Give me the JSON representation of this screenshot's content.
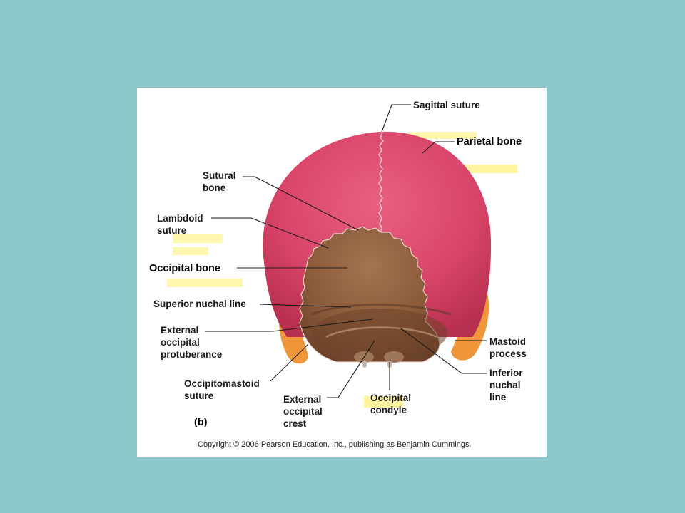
{
  "labels": {
    "sagittal_suture": "Sagittal suture",
    "parietal_bone": "Parietal bone",
    "sutural_bone": "Sutural\nbone",
    "lambdoid_suture": "Lambdoid\nsuture",
    "occipital_bone": "Occipital bone",
    "superior_nuchal_line": "Superior nuchal line",
    "external_occipital_protuberance": "External\noccipital\nprotuberance",
    "mastoid_process": "Mastoid\nprocess",
    "inferior_nuchal_line": "Inferior\nnuchal\nline",
    "occipitomastoid_suture": "Occipitomastoid\nsuture",
    "external_occipital_crest": "External\noccipital\ncrest",
    "occipital_condyle": "Occipital\ncondyle"
  },
  "panel_letter": "(b)",
  "copyright": "Copyright © 2006 Pearson Education, Inc., publishing as Benjamin Cummings.",
  "colors": {
    "background": "#8cc6cd",
    "parietal": "#d9456a",
    "occipital": "#8a5a3a",
    "mastoid": "#f0963a",
    "highlight": "#fff7b0"
  }
}
